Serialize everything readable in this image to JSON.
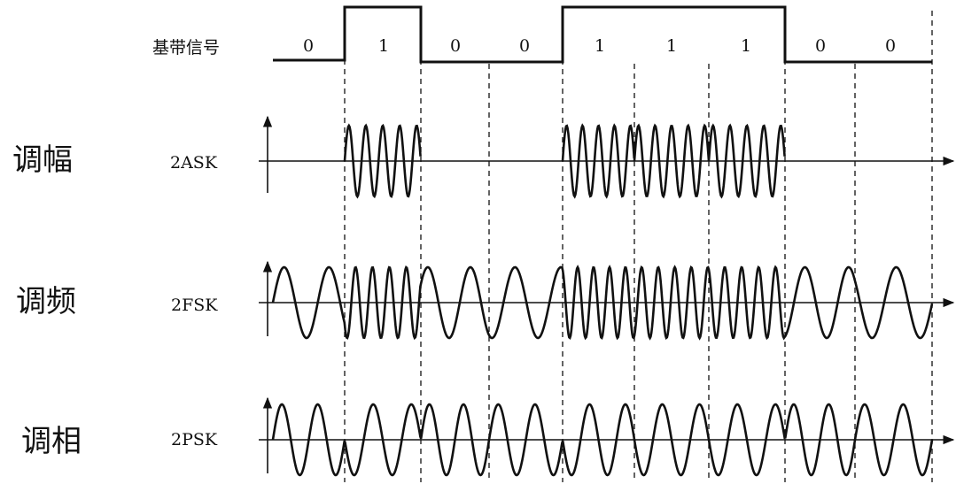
{
  "baseband": {
    "label": "基带信号",
    "bits": [
      "0",
      "1",
      "0",
      "0",
      "1",
      "1",
      "1",
      "0",
      "0"
    ]
  },
  "rows": [
    {
      "id": "ask",
      "title": "调幅",
      "name": "2ASK"
    },
    {
      "id": "fsk",
      "title": "调频",
      "name": "2FSK"
    },
    {
      "id": "psk",
      "title": "调相",
      "name": "2PSK"
    }
  ],
  "colors": {
    "ink": "#111111",
    "background": "#ffffff"
  }
}
